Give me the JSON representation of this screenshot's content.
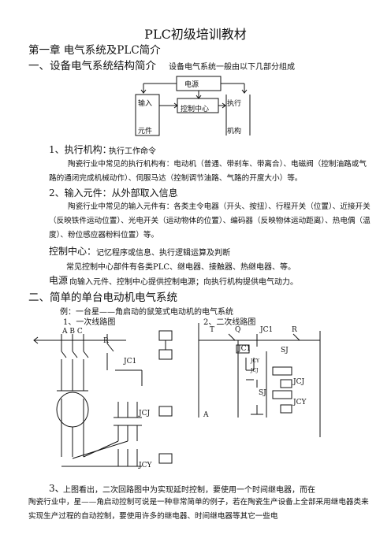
{
  "doc_title": "PLC初级培训教材",
  "chapter_title": "第一章  电气系统及PLC简介",
  "section1": {
    "heading": "一、设备电气系统结构简介",
    "note": "设备电气系统一般由以下几部分组成"
  },
  "diagram1": {
    "power": "电源",
    "input_top": "输入",
    "input_bottom": "元件",
    "control_center": "控制中心",
    "exec_top": "执行",
    "exec_bottom": "机构"
  },
  "item1": {
    "head": "1、执行机构：",
    "desc": "执行工作命令",
    "para": "陶瓷行业中常见的执行机构有：电动机（普通、带刹车、带离合）、电磁阀（控制油路或气路的通闭完成机械动作）、伺服马达（控制调节油路、气路的开度大小）等。"
  },
  "item2": {
    "head": "2、输入元件：从外部取入信息",
    "para": "陶瓷行业中常见的输入元件有：各类主令电器（开头、按扭）、行程开关（位置）、近接开关（反映铁件运动位置）、光电开关（运动物体的位置）、编码器（反映物体运动距离）、热电偶（温度）、粉位感应器粉料位置）等。"
  },
  "item3": {
    "head": "控制中心：",
    "desc": "记忆程序或信息、执行逻辑运算及判断",
    "para": "常见控制中心部件有各类PLC、继电器、接触器、热继电器、等。"
  },
  "item4": {
    "head": "电源",
    "desc": "向输入元件、控制中心提供控制电源；向执行机构提供电气动力。"
  },
  "section2": {
    "heading": "二、简单的单台电动机电气系统",
    "example": "例：一台星——角启动的鼠笼式电动机的电气系统",
    "sub1": "1、一次线路图",
    "sub2": "2、二次线路图"
  },
  "diagram2": {
    "phase_labels": "A  B  C",
    "r": "R",
    "jc1": "JC1",
    "jcj": "JCJ",
    "jcy": "JCY"
  },
  "diagram3": {
    "t": "T",
    "q": "Q",
    "jc1": "JC1",
    "r": "R",
    "jc1_contact": "JC1",
    "sj_top": "SJ",
    "jcy_small": "JCY",
    "jcj_small": "JCJ",
    "jcj": "JCJ",
    "sj": "SJ",
    "jcy": "JCY",
    "a": "A"
  },
  "item5": {
    "head": "3、",
    "desc": "上图看出，二次回路图中为实现延时控制，要使用一个时间继电器，而在",
    "para": "陶瓷行业中，星——角启动控制可说是一种非常简单的例子，若在陶瓷生产设备上全部采用继电器类来实现生产过程的自动控制，要使用许多的继电器、时间继电器等其它一些电"
  }
}
